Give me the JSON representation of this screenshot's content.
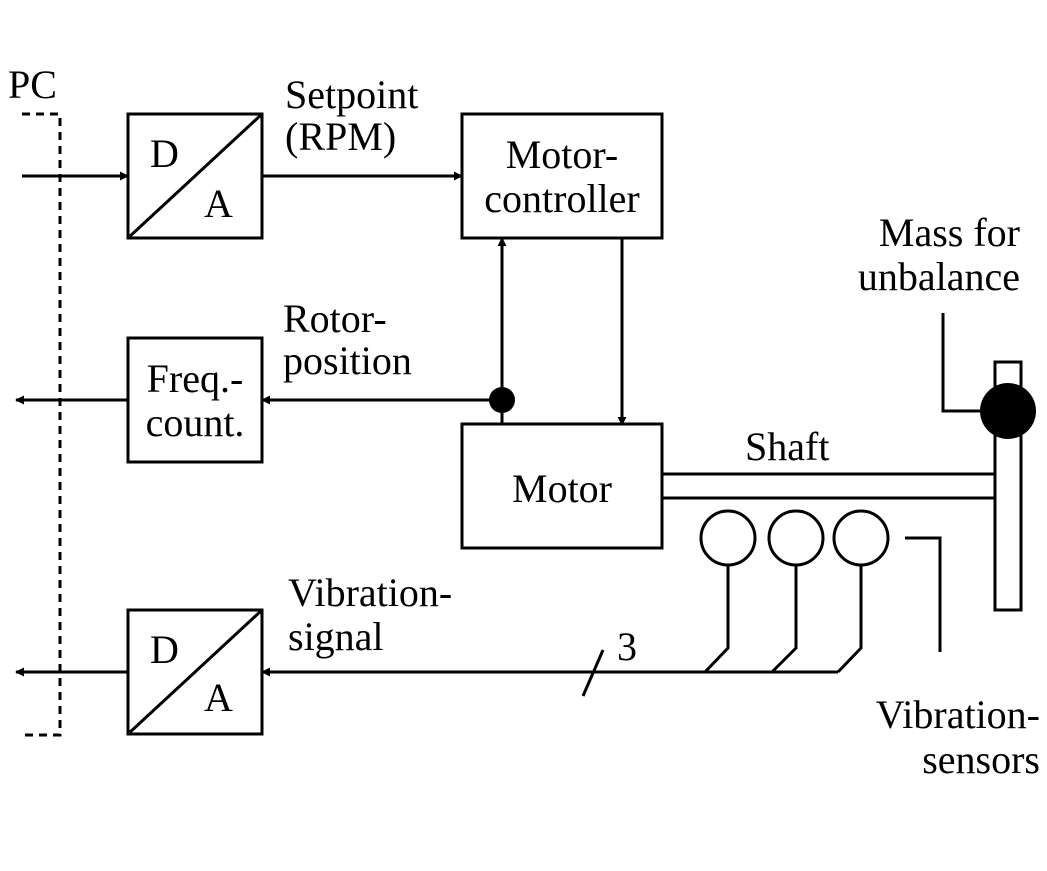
{
  "pc": {
    "label": "PC"
  },
  "dac_top": {
    "top_letter": "D",
    "bottom_letter": "A"
  },
  "dac_bottom": {
    "top_letter": "D",
    "bottom_letter": "A"
  },
  "freq_counter": {
    "line1": "Freq.-",
    "line2": "count."
  },
  "motor_controller": {
    "line1": "Motor-",
    "line2": "controller"
  },
  "motor": {
    "label": "Motor"
  },
  "labels": {
    "setpoint_line1": "Setpoint",
    "setpoint_line2": "(RPM)",
    "rotor_line1": "Rotor-",
    "rotor_line2": "position",
    "shaft": "Shaft",
    "mass_line1": "Mass for",
    "mass_line2": "unbalance",
    "vibration_signal_line1": "Vibration-",
    "vibration_signal_line2": "signal",
    "bus_count": "3",
    "vibration_sensors_line1": "Vibration-",
    "vibration_sensors_line2": "sensors"
  }
}
